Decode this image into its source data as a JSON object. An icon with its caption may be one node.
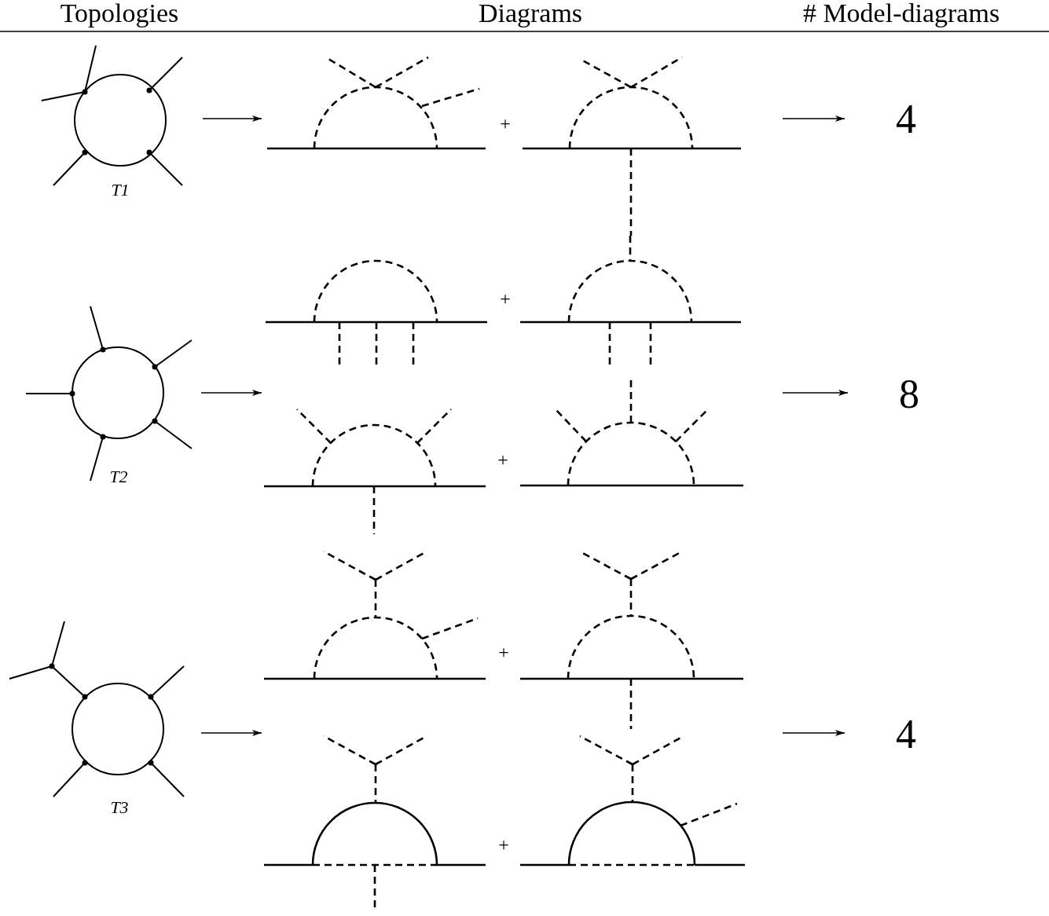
{
  "diagram": {
    "nodes": [
      {
        "text": [
          "T1"
        ]
      },
      {
        "text": [],
        "shape": "picture"
      },
      {
        "text": [
          "4"
        ]
      },
      {
        "text": [
          "T2"
        ]
      },
      {
        "text": [],
        "shape": "picture"
      },
      {
        "text": [
          "8"
        ]
      },
      {
        "text": [
          "T3"
        ]
      },
      {
        "text": [],
        "shape": "picture"
      },
      {
        "text": [
          "4"
        ]
      }
    ],
    "edges": [
      {
        "from": 0,
        "to": 1,
        "arrow": "to"
      },
      {
        "from": 1,
        "to": 2,
        "arrow": "to"
      },
      {
        "from": 3,
        "to": 4,
        "arrow": "to"
      },
      {
        "from": 4,
        "to": 5,
        "arrow": "to"
      },
      {
        "from": 6,
        "to": 7,
        "arrow": "to"
      },
      {
        "from": 7,
        "to": 8,
        "arrow": "to"
      }
    ],
    "labels": [
      "Topologies",
      "Diagrams",
      "# Model-diagrams",
      "+",
      "+",
      "+",
      "+",
      "+"
    ]
  }
}
